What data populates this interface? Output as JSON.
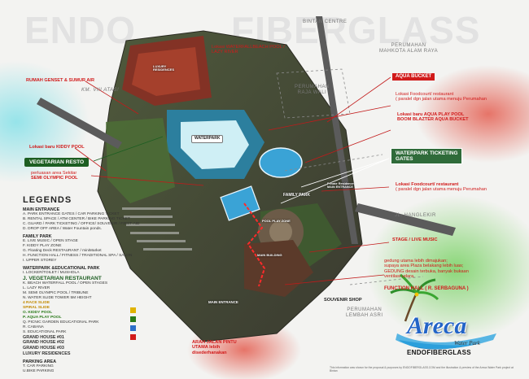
{
  "watermark": {
    "left": "ENDO",
    "right": "FIBERGLASS"
  },
  "colors": {
    "accent_red": "#d11a1a",
    "green_label": "#1d5e22",
    "pool_blue": "#3aa3d6"
  },
  "map_labels": {
    "bintan_centre": "BINTAN CENTRE",
    "perumahan_mahkota": [
      "PERUMAHAN",
      "MAHKOTA ALAM RAYA"
    ],
    "perumahan_raja_wali": [
      "PERUMAHAN",
      "RAJA WALI"
    ],
    "km_viii": "KM. VIII ATAS!",
    "jl_hanglekir": "JL. HANGLEKIR",
    "perumahan_lembah_asri": [
      "PERUMAHAN",
      "LEMBAH ASRI"
    ],
    "waterpark": "WATERPARK",
    "family_park": "FAMILY PARK",
    "pool_play_zone": "POOL PLAY ZONE",
    "main_building": "MAIN BUILDING",
    "main_entrance": "MAIN ENTRANCE",
    "private_residence": [
      "Private Residence",
      "MAIN ENTRANCE"
    ],
    "luxury_residences": [
      "LUXURY",
      "RESIDENCES"
    ]
  },
  "callouts": {
    "waterfall": [
      "Lokasi WATERFALLBEACH POOL /",
      "LAZY RIVER"
    ],
    "genset": "RUMAH GENSET & SUMUR AIR",
    "aqua_bucket": "AQUA BUCKET",
    "foodcourt_1": [
      "Lokasi Foodcourt/ restaurant",
      "( paralel dgn jalan utama menuju Perumahan"
    ],
    "aqua_play": [
      "Lokasi baru AQUA PLAY POOL",
      "BOOM BLAZTER AQUA BUCKET"
    ],
    "kiddy": "Lokasi baru KIDDY POOL",
    "vegetarian_resto": "VEGETARIAN RESTO",
    "semi_olympic": [
      "perluasan area Sekitar",
      "SEMI OLYMPIC POOL"
    ],
    "ticketing": [
      "WATERPARK TICKETING",
      "GATES"
    ],
    "foodcourt_2": [
      "Lokasi Foodcourt/ restaurant",
      "( paralel dgn jalan utama menuju Perumahan"
    ],
    "stage": "STAGE / LIVE MUSIC",
    "gedung": [
      "gedung utama  lebih dimajukan;",
      "supaya area Plaza belakang lebih luas;",
      "GEDUNG desain terbuka, banyak bukaan",
      "ventilasi udara."
    ],
    "function_hall": "FUNCTION HALL ( R. SERBAGUNA )",
    "souvenir": "SOUVENIR SHOP",
    "arah_jalan": [
      "ARAH JALAN PINTU",
      "UTAMA lebih",
      "disederhanakan"
    ]
  },
  "legend": {
    "title": "LEGENDS",
    "sections": [
      {
        "head": "MAIN ENTRANCE",
        "items": [
          {
            "text": "A. PARK ENTRANCE GATES / CAR PARKING TICKET",
            "style": ""
          },
          {
            "text": "B. RENTAL SPACE / ATM CENTER / BIKE PARKING TICKET",
            "style": ""
          },
          {
            "text": "C. GUARD / PARK TICKETING / OFFICE/ SOUVENIR / FIRST-AID",
            "style": ""
          },
          {
            "text": "D. DROP OFF AREA / Water Fountain ponds.",
            "style": ""
          }
        ]
      },
      {
        "head": "FAMILY PARK",
        "items": [
          {
            "text": "E. LIVE MUSIC / OPEN STAGE",
            "style": ""
          },
          {
            "text": "F. KIDDY PLAY ZONE",
            "style": ""
          },
          {
            "text": "G. Floating Deck RESTAURANT / miniMarket",
            "style": ""
          },
          {
            "text": "H. FUNCTION HALL / FITNESS / TRADITIONAL SPA / SALON",
            "style": ""
          },
          {
            "text": "I. UPPER STOREY",
            "style": ""
          }
        ]
      },
      {
        "head": "WATERPARK &EDUCATIONAL PARK",
        "items": [
          {
            "text": "I. LOCKER/TOILET / MUSHOLA",
            "style": ""
          },
          {
            "text": "J. VEGETARIAN RESTAURANT",
            "style": "veg"
          },
          {
            "text": "K. BEACH WATERFALL POOL / OPEN STAGES",
            "style": ""
          },
          {
            "text": "L. LAZY RIVER",
            "style": ""
          },
          {
            "text": "M. SEMI OLYMPIC POOL / TRIBUNE",
            "style": ""
          },
          {
            "text": "N. WATER SLIDE TOWER 5M HEIGHT",
            "style": ""
          },
          {
            "text": "4 RACE SLIDE",
            "style": "o"
          },
          {
            "text": "SPIRAL SLIDE",
            "style": "o"
          },
          {
            "text": "O. KIDDY POOL",
            "style": "g"
          },
          {
            "text": "P. AQUA PLAY POOL",
            "style": "g"
          },
          {
            "text": "Q. PICNIC GARDEN EDUCATIONAL PARK",
            "style": ""
          },
          {
            "text": "R. CABANA",
            "style": ""
          },
          {
            "text": "S. EDUCATIONAL PARK",
            "style": ""
          }
        ]
      },
      {
        "head": "",
        "items": [
          {
            "text": "GRAND HOUSE #01",
            "style": "b"
          },
          {
            "text": "GRAND HOUSE #02",
            "style": "b"
          },
          {
            "text": "GRAND HOUSE #03",
            "style": "b"
          },
          {
            "text": "LUXURY RESIDENCES",
            "style": "b"
          }
        ]
      },
      {
        "head": "PARKING AREA",
        "items": [
          {
            "text": "T. CAR PARKING",
            "style": ""
          },
          {
            "text": "U.BIKE PARKING",
            "style": ""
          }
        ]
      }
    ]
  },
  "logo": {
    "name": "Areca",
    "tagline": "Water Park",
    "brand": "ENDOFIBERGLASS"
  },
  "fine_print": "This information was shown for the proposal & purposes by ENDOFIBERGLASS.COM and the illustration & preview of the Areca Water Park project at Bintan"
}
